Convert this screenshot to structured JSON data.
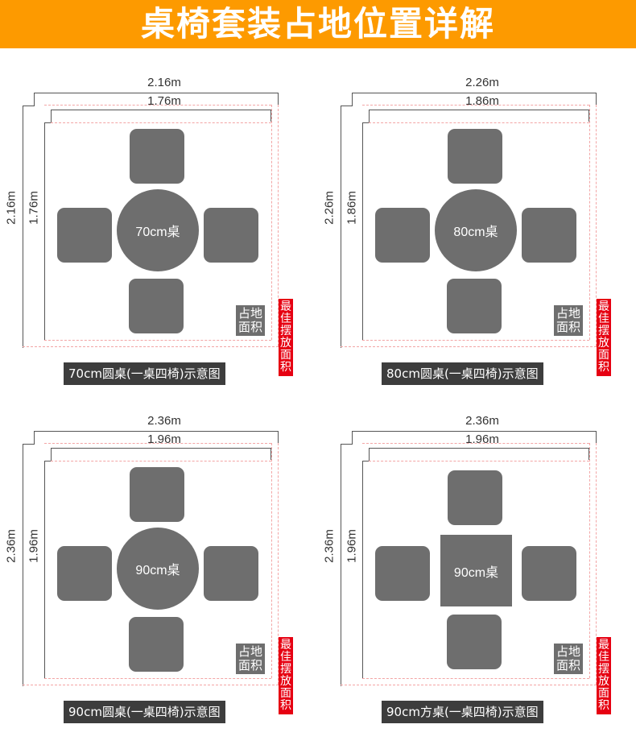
{
  "title": "桌椅套装占地位置详解",
  "panels": [
    {
      "outer": "2.16m",
      "inner": "1.76m",
      "table_label": "70cm桌",
      "caption": "70cm圆桌(一桌四椅)示意图"
    },
    {
      "outer": "2.26m",
      "inner": "1.86m",
      "table_label": "80cm桌",
      "caption": "80cm圆桌(一桌四椅)示意图"
    },
    {
      "outer": "2.36m",
      "inner": "1.96m",
      "table_label": "90cm桌",
      "caption": "90cm圆桌(一桌四椅)示意图"
    },
    {
      "outer": "2.36m",
      "inner": "1.96m",
      "table_label": "90cm桌",
      "caption": "90cm方桌(一桌四椅)示意图"
    }
  ],
  "labels": {
    "occupy_line1": "占地",
    "occupy_line2": "面积",
    "best_line1": "最佳",
    "best_line2": "摆放",
    "best_line3": "面积"
  }
}
